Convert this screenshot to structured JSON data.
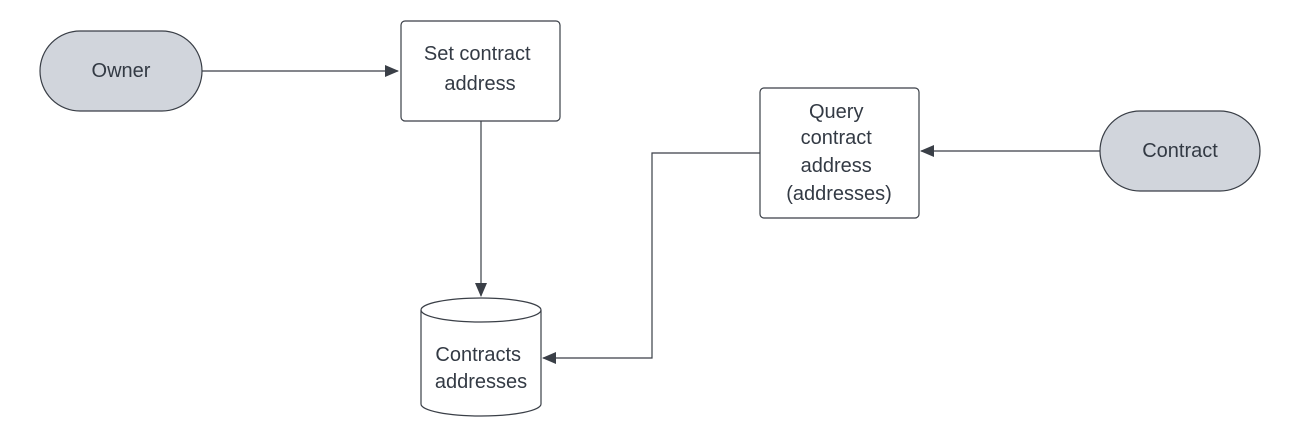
{
  "nodes": {
    "owner": {
      "label": "Owner"
    },
    "set_contract_address": {
      "lines": [
        "Set contract",
        "address"
      ]
    },
    "query_contract_address": {
      "lines": [
        "Query",
        "contract",
        "address",
        "(addresses)"
      ]
    },
    "contract": {
      "label": "Contract"
    },
    "contracts_addresses": {
      "lines": [
        "Contracts",
        "addresses"
      ]
    }
  },
  "edges": [
    {
      "from": "Owner",
      "to": "Set contract address"
    },
    {
      "from": "Set contract address",
      "to": "Contracts addresses"
    },
    {
      "from": "Contract",
      "to": "Query contract address (addresses)"
    },
    {
      "from": "Query contract address (addresses)",
      "to": "Contracts addresses"
    }
  ]
}
